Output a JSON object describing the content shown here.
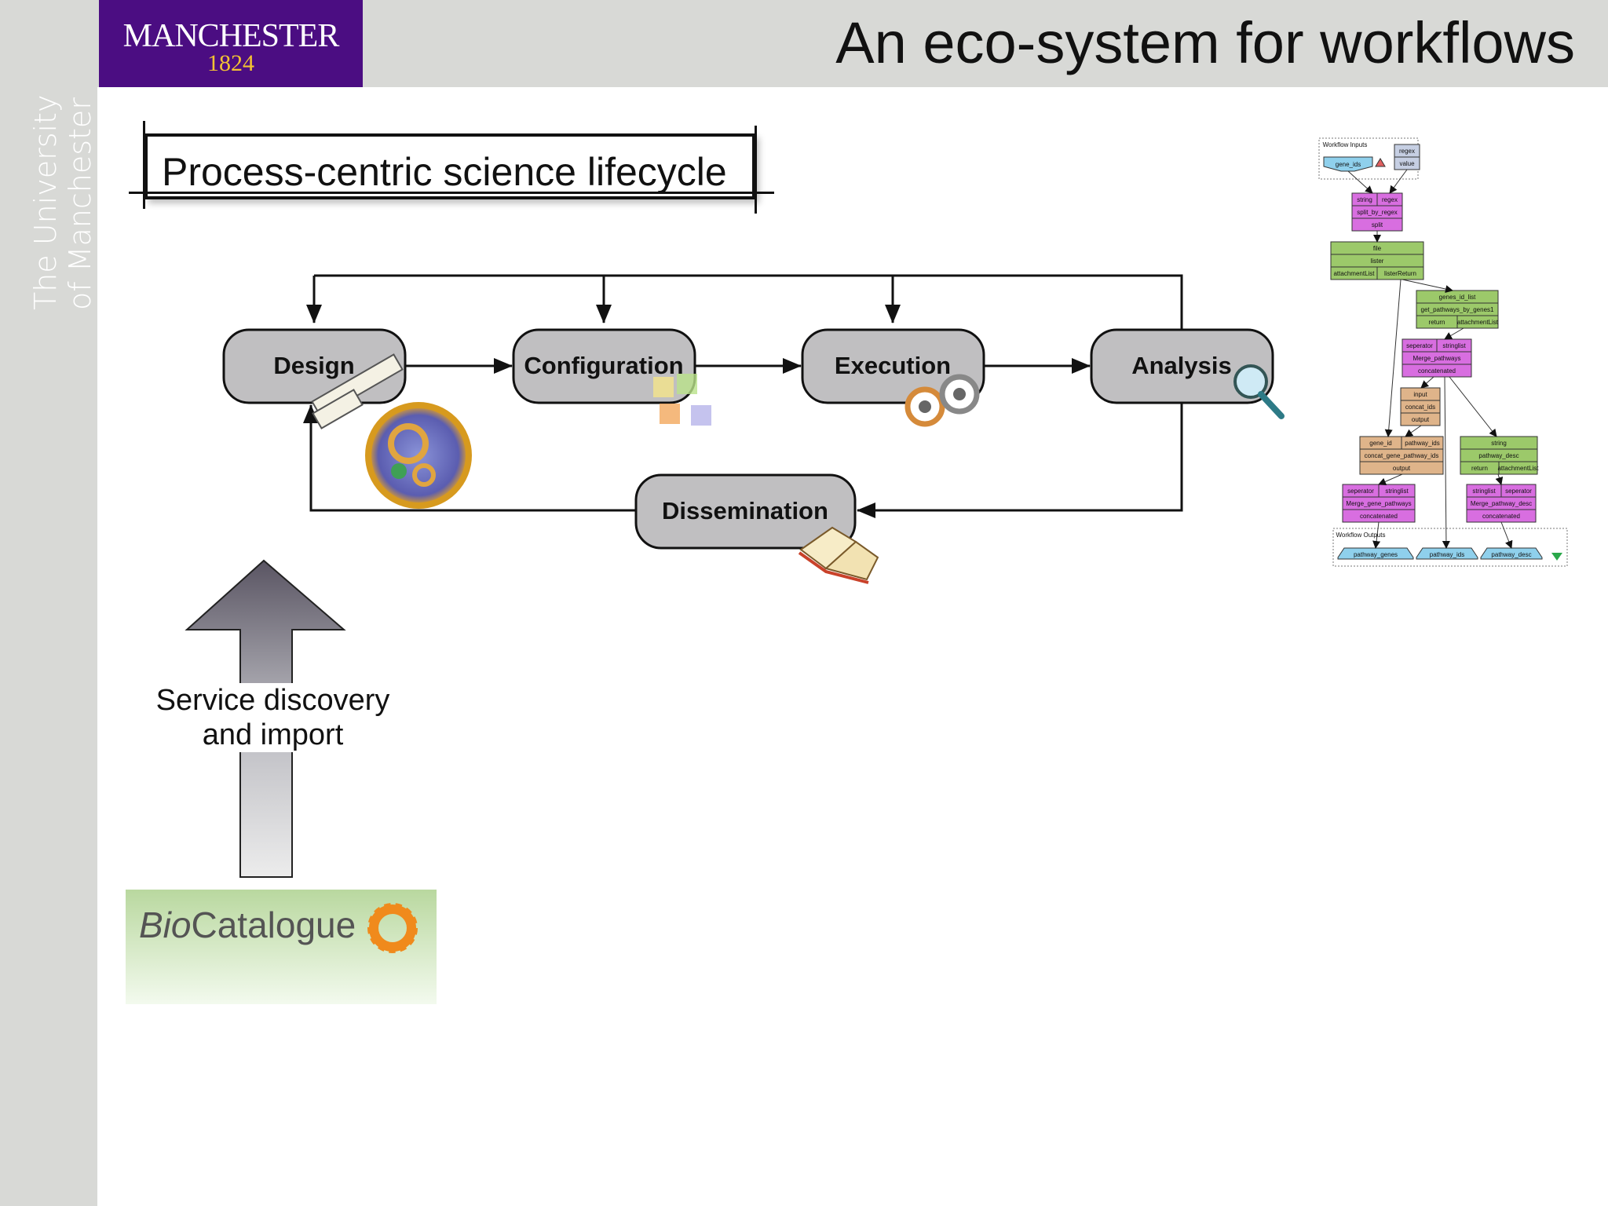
{
  "sidebar": {
    "university_line1": "The University",
    "university_line2": "of Manchester"
  },
  "logo": {
    "name": "MANCHESTER",
    "year": "1824"
  },
  "header": {
    "title": "An eco-system for workflows"
  },
  "lifecycle": {
    "title": "Process-centric science lifecycle",
    "stages": {
      "design": "Design",
      "configuration": "Configuration",
      "execution": "Execution",
      "analysis": "Analysis",
      "dissemination": "Dissemination"
    }
  },
  "discovery": {
    "line1": "Service discovery",
    "line2": "and import"
  },
  "biocatalogue": {
    "prefix": "Bio",
    "rest": "Catalogue"
  },
  "workflow": {
    "inputs_label": "Workflow Inputs",
    "outputs_label": "Workflow Outputs",
    "input_port": "gene_ids",
    "regex": [
      "regex",
      "value"
    ],
    "split": [
      "string",
      "regex",
      "split_by_regex",
      "split"
    ],
    "lister": [
      "file",
      "lister",
      "attachmentList",
      "listerReturn"
    ],
    "get_pathways": [
      "genes_id_list",
      "get_pathways_by_genes1",
      "return",
      "attachmentList"
    ],
    "merge_pathways": [
      "seperator",
      "stringlist",
      "Merge_pathways",
      "concatenated"
    ],
    "concat_ids": [
      "input",
      "concat_ids",
      "output"
    ],
    "concat_gene": [
      "gene_id",
      "pathway_ids",
      "concat_gene_pathway_ids",
      "output"
    ],
    "pathway_desc": [
      "string",
      "pathway_desc",
      "return",
      "attachmentList"
    ],
    "merge_gene": [
      "seperator",
      "stringlist",
      "Merge_gene_pathways",
      "concatenated"
    ],
    "merge_desc": [
      "stringlist",
      "seperator",
      "Merge_pathway_desc",
      "concatenated"
    ],
    "outputs": [
      "pathway_genes",
      "pathway_ids",
      "pathway_desc"
    ]
  },
  "colors": {
    "brand_purple": "#4b0d82",
    "brand_gold": "#f2c233",
    "node_fill": "#c0bfc1",
    "wf_purple": "#d86ee0",
    "wf_green": "#9cc96a",
    "wf_tan": "#dfb48a",
    "wf_blue": "#8fd0ec"
  }
}
